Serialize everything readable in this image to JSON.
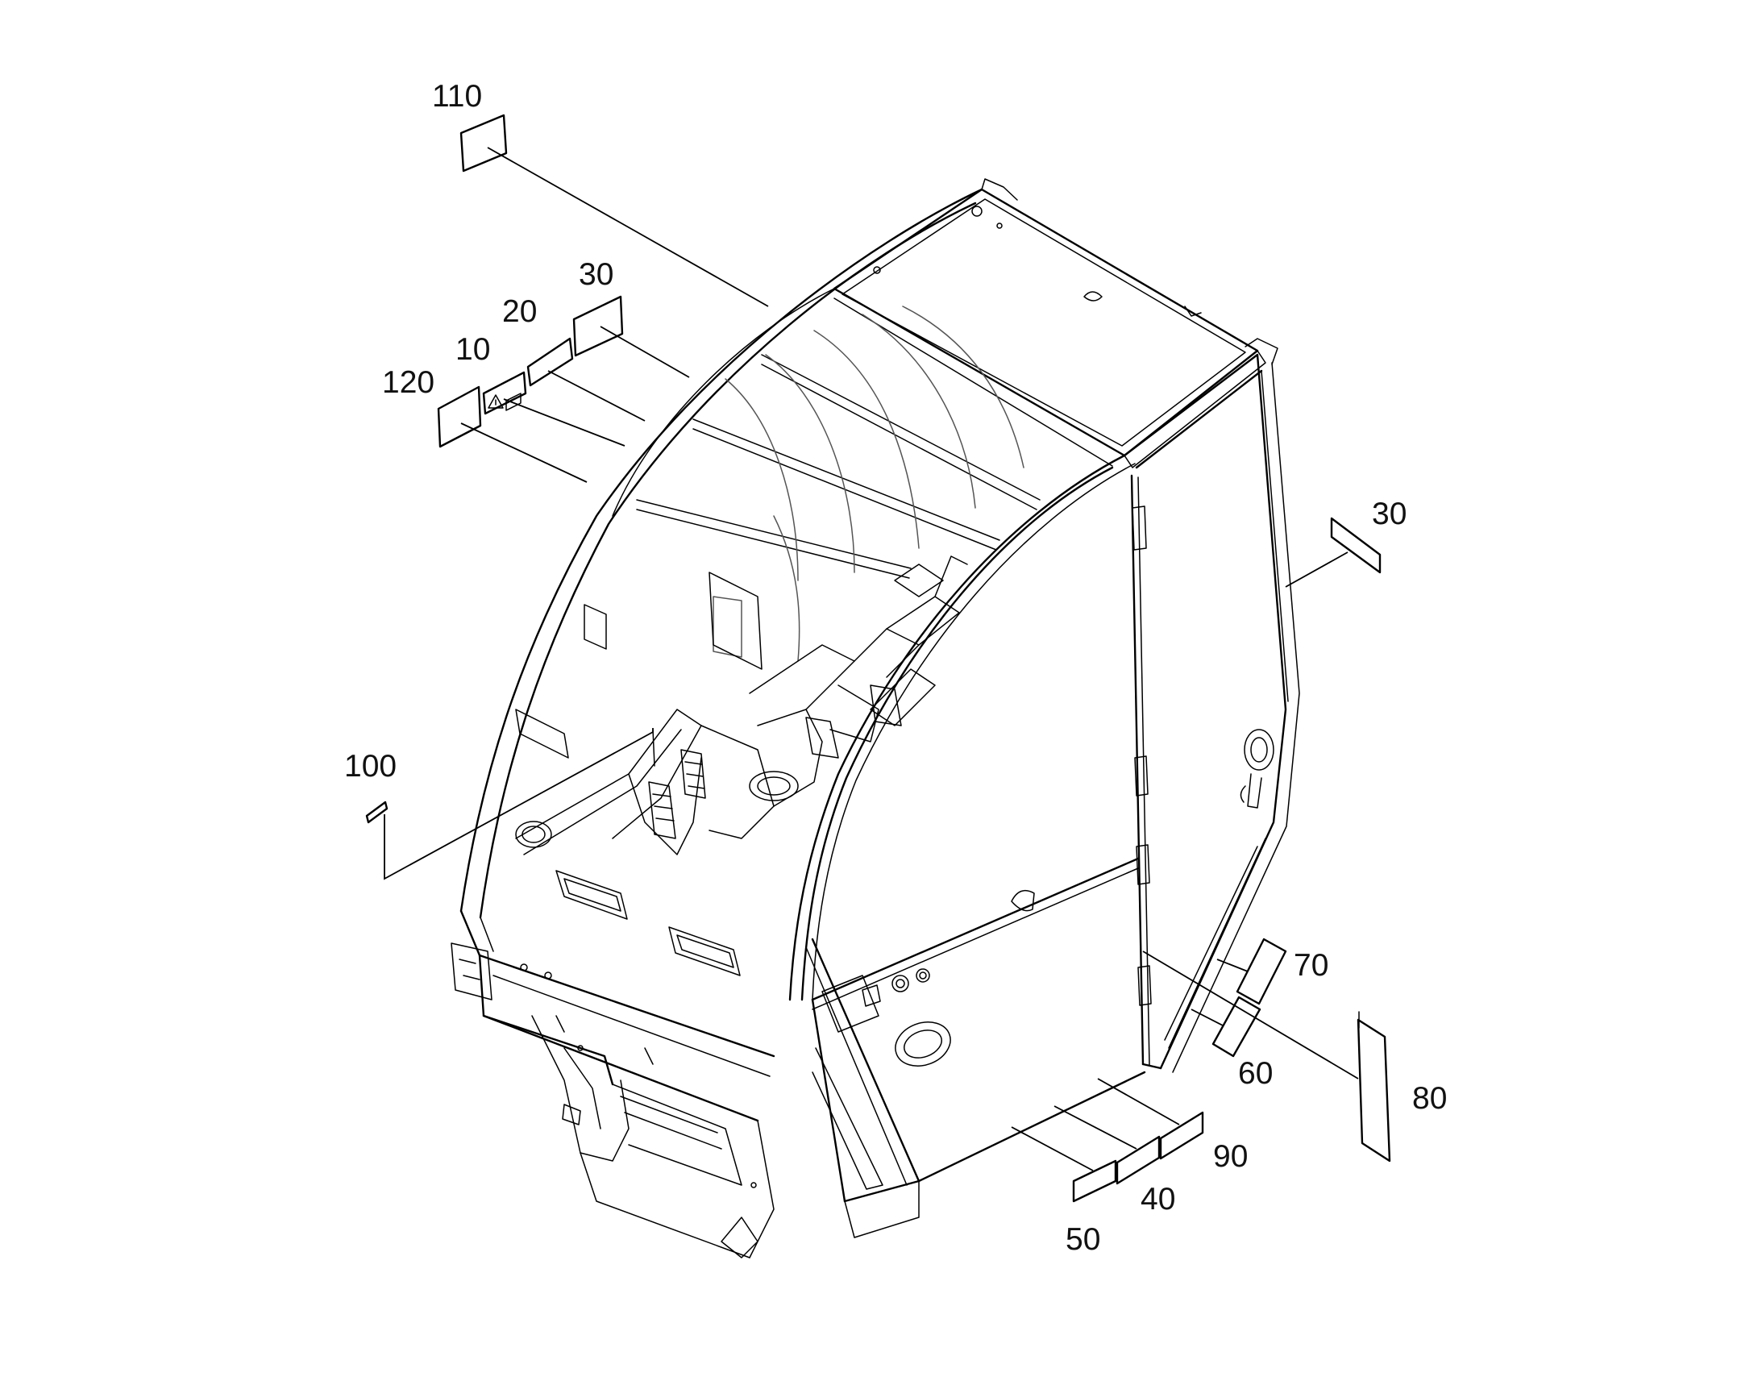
{
  "diagram": {
    "part_numbers": [
      "110",
      "30",
      "20",
      "10",
      "120",
      "30",
      "100",
      "70",
      "60",
      "80",
      "90",
      "40",
      "50"
    ]
  }
}
